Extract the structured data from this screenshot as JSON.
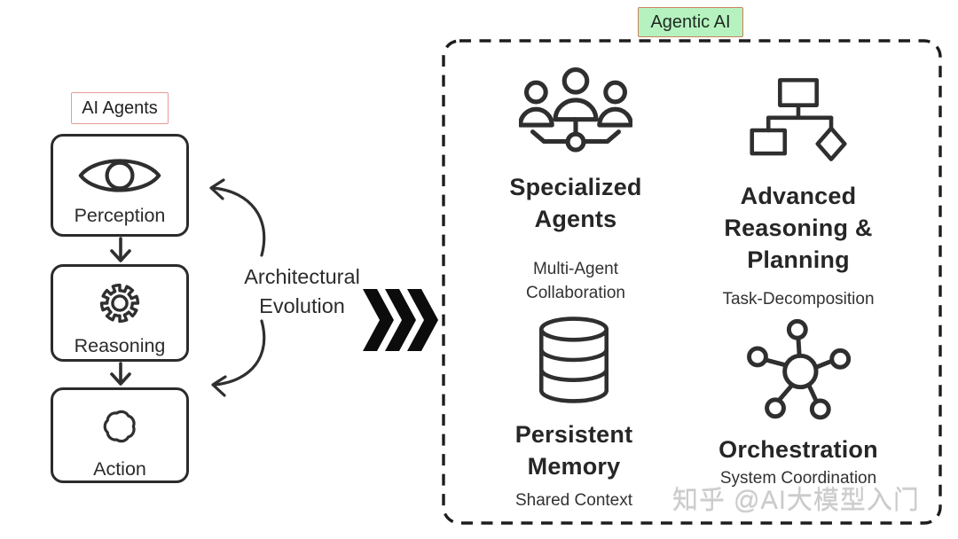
{
  "left_panel": {
    "label": "AI Agents",
    "boxes": [
      {
        "icon": "eye-icon",
        "label": "Perception"
      },
      {
        "icon": "gear-icon",
        "label": "Reasoning"
      },
      {
        "icon": "cloud-icon",
        "label": "Action"
      }
    ]
  },
  "evolution": {
    "text": "Architectural\nEvolution",
    "arrow_icon": "triple-chevron-right-icon"
  },
  "agentic_panel": {
    "label": "Agentic AI",
    "quadrants": [
      {
        "icon": "team-icon",
        "title": "Specialized\nAgents",
        "subtitle": "Multi-Agent\nCollaboration"
      },
      {
        "icon": "flowchart-icon",
        "title": "Advanced\nReasoning &\nPlanning",
        "subtitle": "Task-Decomposition"
      },
      {
        "icon": "database-icon",
        "title": "Persistent\nMemory",
        "subtitle": "Shared Context"
      },
      {
        "icon": "network-icon",
        "title": "Orchestration",
        "subtitle": "System Coordination"
      }
    ]
  },
  "watermark": "知乎 @AI大模型入门",
  "colors": {
    "ink": "#2f2f2f",
    "agents_label_border": "#e79a98",
    "agentic_label_bg": "#b6f2bf",
    "agentic_label_border": "#c9825e",
    "watermark_gray": "#cbcbcb"
  }
}
